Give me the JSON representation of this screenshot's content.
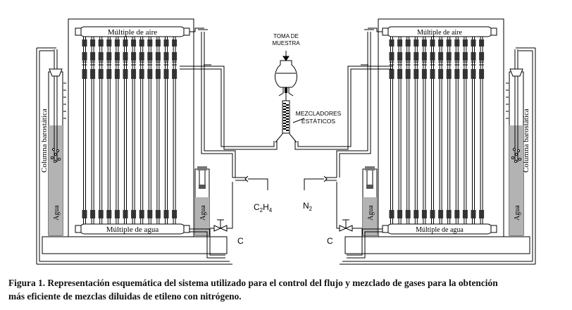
{
  "labels": {
    "air_manifold": "Múltiple de aire",
    "water_manifold": "Múltiple de agua",
    "barostatic_column": "Columna barostática",
    "water": "Agua",
    "sample_port": [
      "TOMA DE",
      "MUESTRA"
    ],
    "static_mixers": [
      "MEZCLADORES",
      "ESTÁTICOS"
    ],
    "ethylene": "C",
    "ethylene_sub_1": "2",
    "ethylene_h": "H",
    "ethylene_sub_2": "4",
    "nitrogen": "N",
    "nitrogen_sub": "2",
    "valve_c": "C"
  },
  "caption": {
    "line1": "Figura 1. Representación esquemática del sistema utilizado para el control del flujo y mezclado de gases para la obtención",
    "line2": "más eficiente de mezclas diluidas de etileno con nitrógeno."
  }
}
